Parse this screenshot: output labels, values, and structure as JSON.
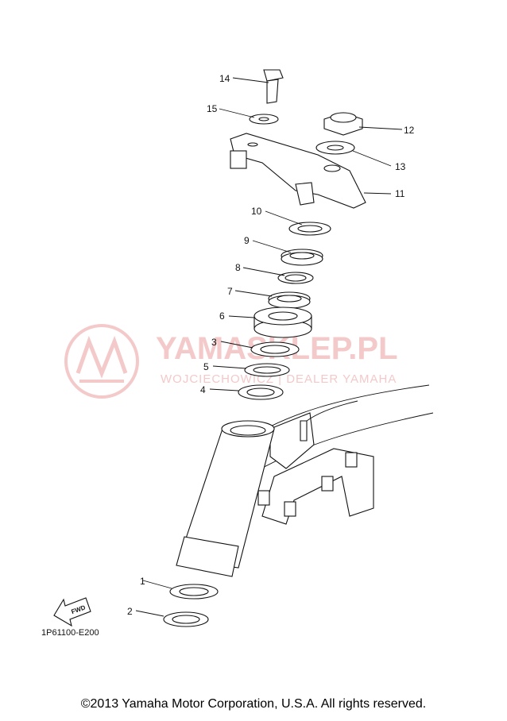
{
  "watermark": {
    "brand": "YAMASKLEP.PL",
    "dealer": "WOJCIECHOWICZ | DEALER YAMAHA",
    "color": "#f4c9ca"
  },
  "diagram_ref": "1P61100-E200",
  "fwd_label": "FWD",
  "copyright": "©2013 Yamaha Motor Corporation, U.S.A. All rights reserved.",
  "callouts": [
    "1",
    "2",
    "3",
    "4",
    "5",
    "6",
    "7",
    "8",
    "9",
    "10",
    "11",
    "12",
    "13",
    "14",
    "15"
  ]
}
